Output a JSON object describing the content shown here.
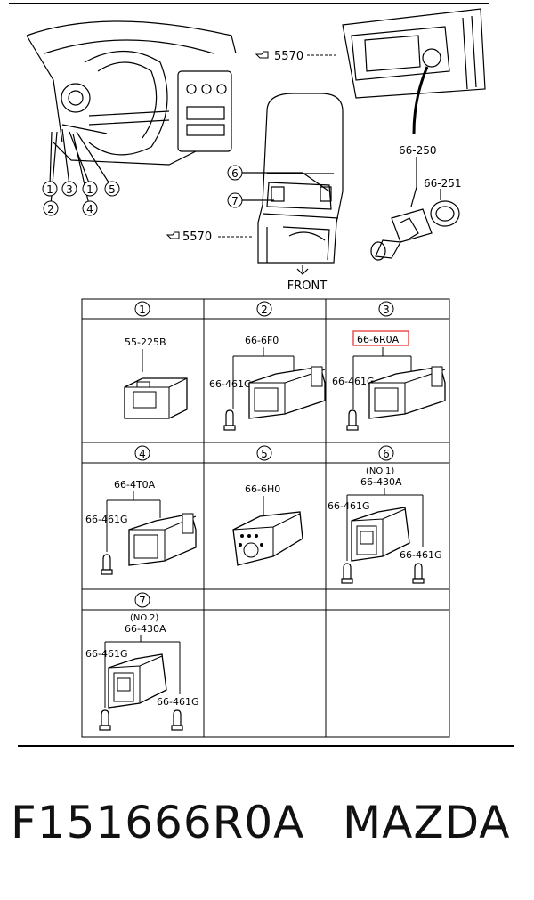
{
  "overview": {
    "ref_upper": "5570",
    "ref_lower": "5570",
    "front_label": "FRONT",
    "callouts_dash": [
      "1",
      "3",
      "1",
      "5",
      "2",
      "4"
    ],
    "callouts_console": [
      "6",
      "7"
    ],
    "lighter_part": "66-250",
    "lighter_ring_part": "66-251"
  },
  "cells": [
    {
      "number": "1",
      "part": "55-225B"
    },
    {
      "number": "2",
      "part": "66-6F0",
      "bulb": "66-461G"
    },
    {
      "number": "3",
      "part": "66-6R0A",
      "bulb": "66-461G",
      "highlight_color": "#e53935"
    },
    {
      "number": "4",
      "part": "66-4T0A",
      "bulb": "66-461G"
    },
    {
      "number": "5",
      "part": "66-6H0"
    },
    {
      "number": "6",
      "sub": "(NO.1)",
      "part": "66-430A",
      "bulb": "66-461G",
      "bulb2": "66-461G"
    },
    {
      "number": "7",
      "sub": "(NO.2)",
      "part": "66-430A",
      "bulb": "66-461G",
      "bulb2": "66-461G"
    }
  ],
  "caption": {
    "part_number": "F151666R0A",
    "brand": "MAZDA"
  }
}
